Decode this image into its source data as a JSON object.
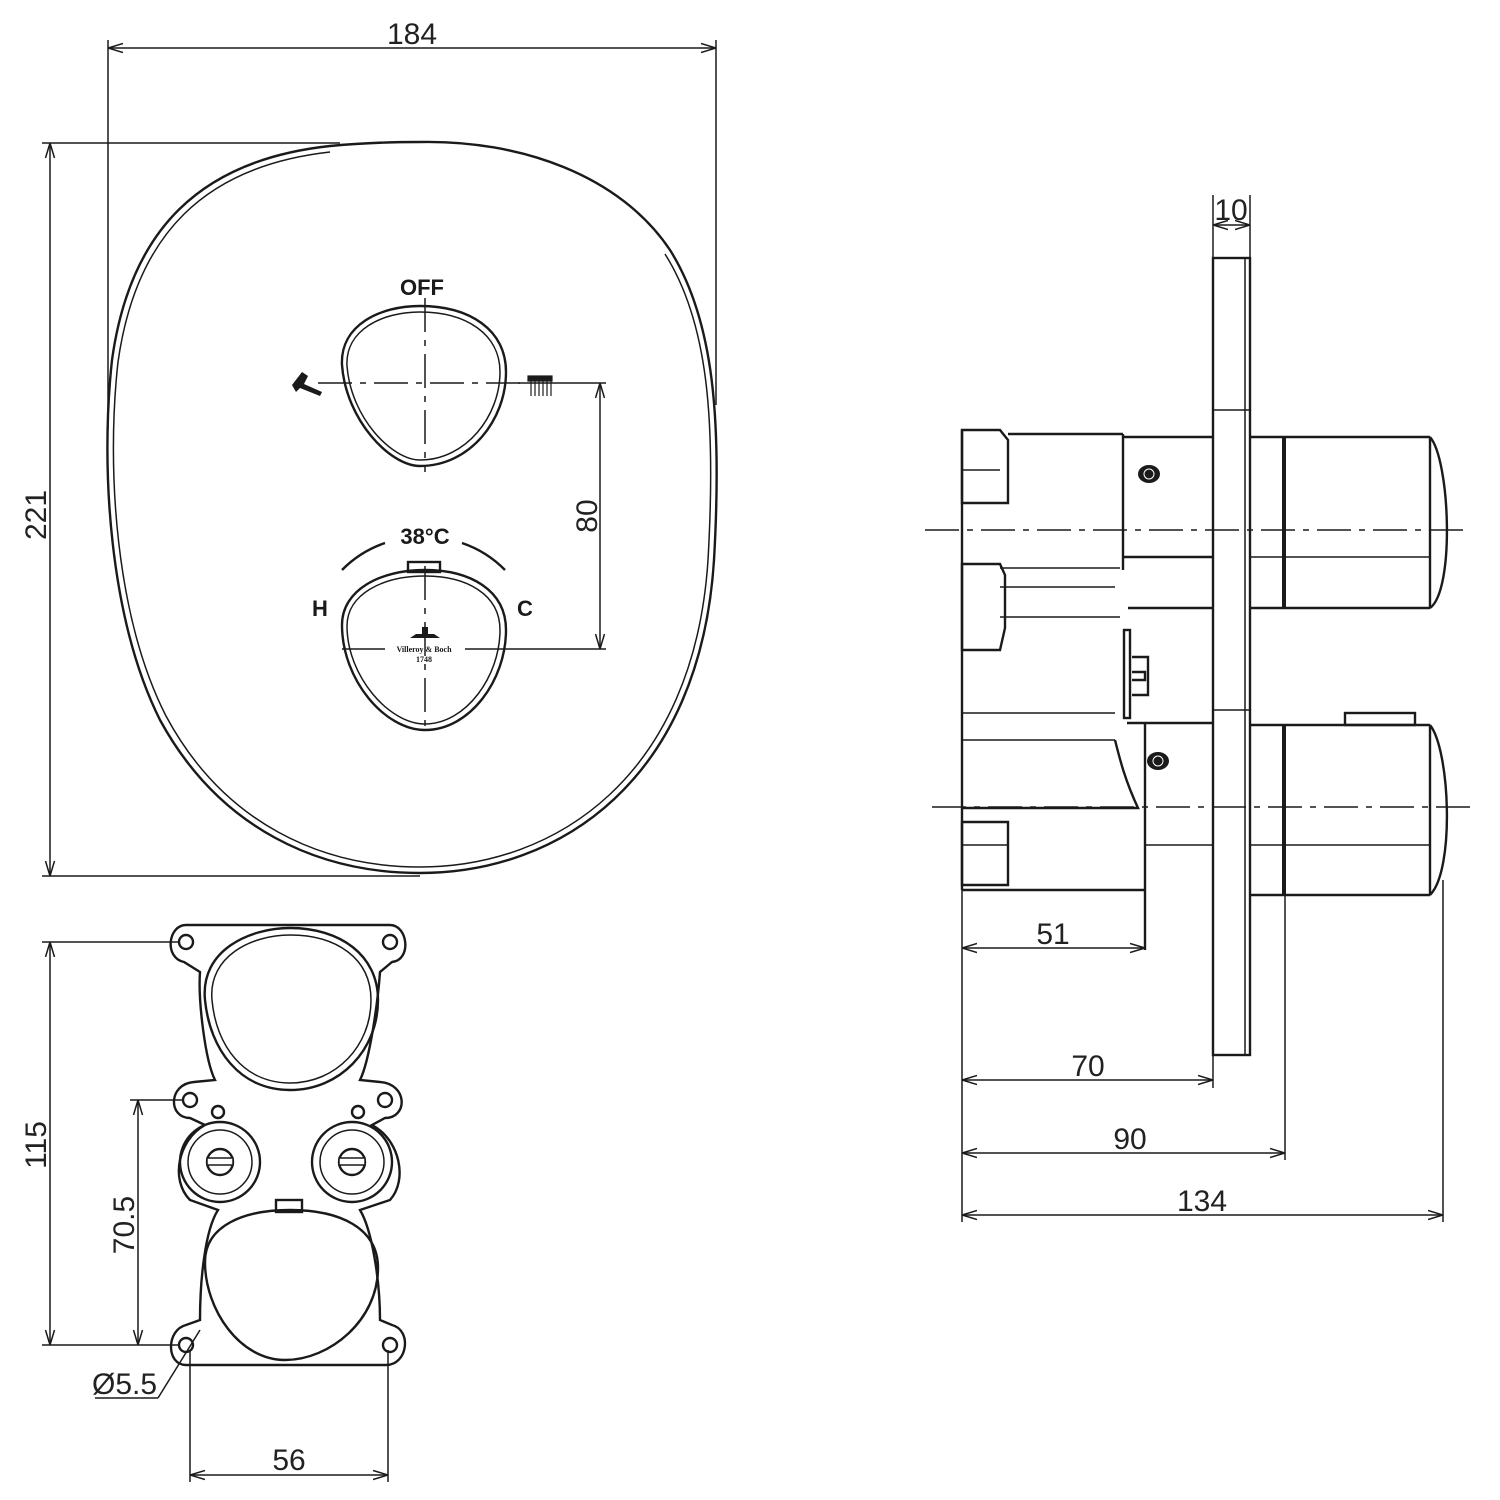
{
  "front_view": {
    "labels": {
      "off": "OFF",
      "temperature": "38°C",
      "hot": "H",
      "cold": "C"
    },
    "logo_text": "Villeroy & Boch",
    "logo_year": "1748",
    "icons": [
      "tap-spout-icon",
      "shower-head-icon"
    ],
    "dimensions": {
      "width": "184",
      "height": "221",
      "knob_spacing": "80"
    }
  },
  "mounting_box": {
    "dimensions": {
      "height": "115",
      "hole_spacing": "70.5",
      "hole_diameter": "Ø5.5",
      "width": "56"
    }
  },
  "side_view": {
    "dimensions": {
      "plate_thickness": "10",
      "d51": "51",
      "d70": "70",
      "d90": "90",
      "d134": "134"
    }
  }
}
